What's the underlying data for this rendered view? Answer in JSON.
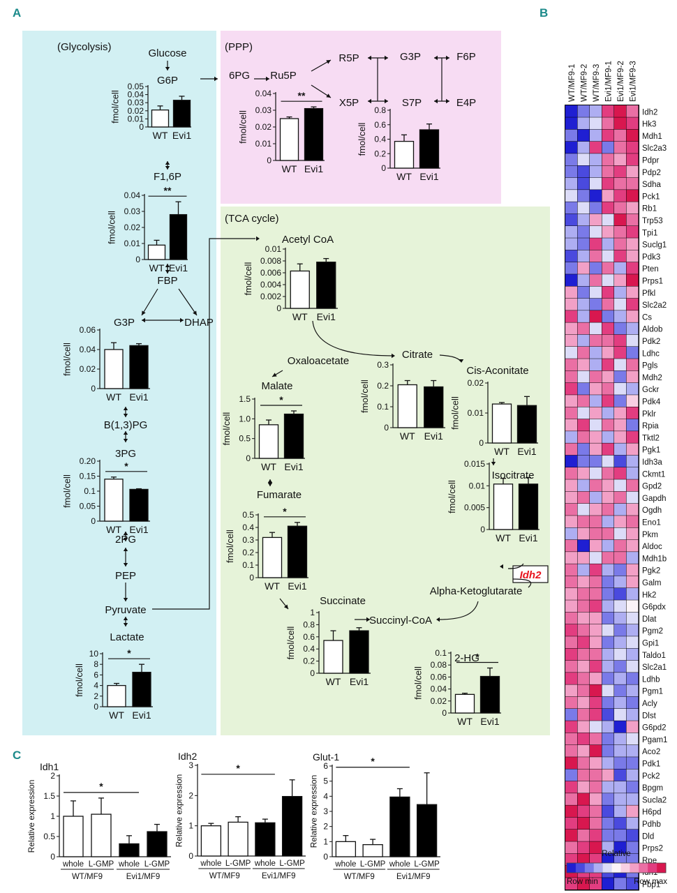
{
  "panels": {
    "a": "A",
    "b": "B",
    "c": "C"
  },
  "sections": {
    "glycolysis": "(Glycolysis)",
    "ppp": "(PPP)",
    "tca": "(TCA cycle)"
  },
  "units": {
    "fmol": "fmol/cell",
    "relexp": "Relative expression"
  },
  "groups": {
    "wt": "WT",
    "evi1": "Evi1"
  },
  "metabolites": {
    "glucose": "Glucose",
    "f16p": "F1,6P",
    "fbp": "FBP",
    "dhap": "DHAP",
    "b13pg": "B(1,3)PG",
    "pg2": "2PG",
    "pep": "PEP",
    "pyruvate": "Pyruvate",
    "pg6": "6PG",
    "r5p": "R5P",
    "g3p_ppp": "G3P",
    "f6p": "F6P",
    "x5p": "X5P",
    "s7p": "S7P",
    "e4p": "E4P",
    "oxaloacetate": "Oxaloacetate",
    "alphakg": "Alpha-Ketoglutarate",
    "succinylcoa": "Succinyl-CoA",
    "idh2_box": "Idh2"
  },
  "colors": {
    "glyco_bg": "#d2f0f3",
    "ppp_bg": "#f7dcf3",
    "tca_bg": "#e6f3d9",
    "panel_letter": "#1c8a8a",
    "idh2_red": "#e8141e"
  },
  "chart_data": [
    {
      "id": "g6p",
      "type": "bar",
      "title": "G6P",
      "categories": [
        "WT",
        "Evi1"
      ],
      "values": [
        0.021,
        0.033
      ],
      "errors": [
        0.005,
        0.005
      ],
      "ylim": [
        0,
        0.05
      ],
      "ticks": [
        "0",
        "0.01",
        "0.02",
        "0.03",
        "0.04",
        "0.05"
      ],
      "ylabel": "fmol/cell",
      "sig": ""
    },
    {
      "id": "f16p",
      "type": "bar",
      "title": "F1,6P",
      "categories": [
        "WT",
        "Evi1"
      ],
      "values": [
        0.009,
        0.028
      ],
      "errors": [
        0.003,
        0.008
      ],
      "ylim": [
        0,
        0.04
      ],
      "ticks": [
        "0",
        "0.01",
        "0.02",
        "0.03",
        "0.04"
      ],
      "ylabel": "fmol/cell",
      "sig": "**"
    },
    {
      "id": "g3p",
      "type": "bar",
      "title": "G3P",
      "categories": [
        "WT",
        "Evi1"
      ],
      "values": [
        0.04,
        0.044
      ],
      "errors": [
        0.007,
        0.002
      ],
      "ylim": [
        0,
        0.06
      ],
      "ticks": [
        "0",
        "0.02",
        "0.04",
        "0.06"
      ],
      "ylabel": "fmol/cell",
      "sig": ""
    },
    {
      "id": "pg3",
      "type": "bar",
      "title": "3PG",
      "categories": [
        "WT",
        "Evi1"
      ],
      "values": [
        0.14,
        0.106
      ],
      "errors": [
        0.007,
        0.002
      ],
      "ylim": [
        0,
        0.2
      ],
      "ticks": [
        "0",
        "0.05",
        "0.1",
        "0.15",
        "0.20"
      ],
      "ylabel": "fmol/cell",
      "sig": "*"
    },
    {
      "id": "lactate",
      "type": "bar",
      "title": "Lactate",
      "categories": [
        "WT",
        "Evi1"
      ],
      "values": [
        4.0,
        6.5
      ],
      "errors": [
        0.4,
        1.5
      ],
      "ylim": [
        0,
        10
      ],
      "ticks": [
        "0",
        "2",
        "4",
        "6",
        "8",
        "10"
      ],
      "ylabel": "fmol/cell",
      "sig": "*"
    },
    {
      "id": "ru5p",
      "type": "bar",
      "title": "Ru5P",
      "categories": [
        "WT",
        "Evi1"
      ],
      "values": [
        0.025,
        0.031
      ],
      "errors": [
        0.001,
        0.001
      ],
      "ylim": [
        0,
        0.04
      ],
      "ticks": [
        "0",
        "0.01",
        "0.02",
        "0.03",
        "0.04"
      ],
      "ylabel": "fmol/cell",
      "sig": "**"
    },
    {
      "id": "s7p",
      "type": "bar",
      "title": "S7P",
      "categories": [
        "WT",
        "Evi1"
      ],
      "values": [
        0.37,
        0.53
      ],
      "errors": [
        0.09,
        0.08
      ],
      "ylim": [
        0,
        0.8
      ],
      "ticks": [
        "0",
        "0.2",
        "0.4",
        "0.6",
        "0.8"
      ],
      "ylabel": "fmol/cell",
      "sig": ""
    },
    {
      "id": "acetylcoa",
      "type": "bar",
      "title": "Acetyl CoA",
      "categories": [
        "WT",
        "Evi1"
      ],
      "values": [
        0.0063,
        0.0078
      ],
      "errors": [
        0.0012,
        0.0006
      ],
      "ylim": [
        0,
        0.01
      ],
      "ticks": [
        "0",
        "0.002",
        "0.004",
        "0.006",
        "0.008",
        "0.01"
      ],
      "ylabel": "fmol/cell",
      "sig": ""
    },
    {
      "id": "citrate",
      "type": "bar",
      "title": "Citrate",
      "categories": [
        "WT",
        "Evi1"
      ],
      "values": [
        0.205,
        0.195
      ],
      "errors": [
        0.02,
        0.03
      ],
      "ylim": [
        0,
        0.3
      ],
      "ticks": [
        "0",
        "0.1",
        "0.2",
        "0.3"
      ],
      "ylabel": "fmol/cell",
      "sig": ""
    },
    {
      "id": "cisaconitate",
      "type": "bar",
      "title": "Cis-Aconitate",
      "categories": [
        "WT",
        "Evi1"
      ],
      "values": [
        0.013,
        0.0125
      ],
      "errors": [
        0.0005,
        0.003
      ],
      "ylim": [
        0,
        0.02
      ],
      "ticks": [
        "0",
        "0.01",
        "0.02"
      ],
      "ylabel": "fmol/cell",
      "sig": ""
    },
    {
      "id": "malate",
      "type": "bar",
      "title": "Malate",
      "categories": [
        "WT",
        "Evi1"
      ],
      "values": [
        0.85,
        1.12
      ],
      "errors": [
        0.12,
        0.08
      ],
      "ylim": [
        0,
        1.5
      ],
      "ticks": [
        "0",
        "0.5",
        "1.0",
        "1.5"
      ],
      "ylabel": "fmol/cell",
      "sig": "*"
    },
    {
      "id": "isocitrate",
      "type": "bar",
      "title": "Isocitrate",
      "categories": [
        "WT",
        "Evi1"
      ],
      "values": [
        0.0104,
        0.0104
      ],
      "errors": [
        0.0013,
        0.0015
      ],
      "ylim": [
        0,
        0.015
      ],
      "ticks": [
        "0",
        "0.005",
        "0.01",
        "0.015"
      ],
      "ylabel": "fmol/cell",
      "sig": ""
    },
    {
      "id": "fumarate",
      "type": "bar",
      "title": "Fumarate",
      "categories": [
        "WT",
        "Evi1"
      ],
      "values": [
        0.32,
        0.41
      ],
      "errors": [
        0.04,
        0.03
      ],
      "ylim": [
        0,
        0.5
      ],
      "ticks": [
        "0",
        "0.1",
        "0.2",
        "0.3",
        "0.4",
        "0.5"
      ],
      "ylabel": "fmol/cell",
      "sig": "*"
    },
    {
      "id": "succinate",
      "type": "bar",
      "title": "Succinate",
      "categories": [
        "WT",
        "Evi1"
      ],
      "values": [
        0.54,
        0.7
      ],
      "errors": [
        0.16,
        0.05
      ],
      "ylim": [
        0,
        1
      ],
      "ticks": [
        "0",
        "0.2",
        "0.4",
        "0.6",
        "0.8",
        "1"
      ],
      "ylabel": "fmol/cell",
      "sig": ""
    },
    {
      "id": "hg2",
      "type": "bar",
      "title": "2-HG",
      "categories": [
        "WT",
        "Evi1"
      ],
      "values": [
        0.031,
        0.061
      ],
      "errors": [
        0.002,
        0.014
      ],
      "ylim": [
        0,
        0.1
      ],
      "ticks": [
        "0",
        "0.02",
        "0.04",
        "0.06",
        "0.08",
        "0.1"
      ],
      "ylabel": "fmol/cell",
      "sig": "*"
    },
    {
      "id": "idh1",
      "type": "bar",
      "title": "Idh1",
      "categories": [
        "whole",
        "L-GMP",
        "whole",
        "L-GMP"
      ],
      "groups": [
        "WT/MF9",
        "Evi1/MF9"
      ],
      "values": [
        1.0,
        1.05,
        0.32,
        0.62
      ],
      "errors": [
        0.38,
        0.4,
        0.2,
        0.18
      ],
      "ylim": [
        0,
        2
      ],
      "ticks": [
        "0",
        "0.5",
        "1",
        "1.5",
        "2"
      ],
      "ylabel": "Relative expression",
      "sig": "*"
    },
    {
      "id": "idh2",
      "type": "bar",
      "title": "Idh2",
      "categories": [
        "whole",
        "L-GMP",
        "whole",
        "L-GMP"
      ],
      "groups": [
        "WT/MF9",
        "Evi1/MF9"
      ],
      "values": [
        1.0,
        1.12,
        1.1,
        1.97
      ],
      "errors": [
        0.08,
        0.18,
        0.12,
        0.55
      ],
      "ylim": [
        0,
        3
      ],
      "ticks": [
        "0",
        "1",
        "2",
        "3"
      ],
      "ylabel": "Relative expression",
      "sig": "*"
    },
    {
      "id": "glut1",
      "type": "bar",
      "title": "Glut-1",
      "categories": [
        "whole",
        "L-GMP",
        "whole",
        "L-GMP"
      ],
      "groups": [
        "WT/MF9",
        "Evi1/MF9"
      ],
      "values": [
        1.0,
        0.8,
        3.95,
        3.45
      ],
      "errors": [
        0.4,
        0.35,
        0.55,
        2.1
      ],
      "ylim": [
        0,
        6
      ],
      "ticks": [
        "0",
        "1",
        "2",
        "3",
        "4",
        "5",
        "6"
      ],
      "ylabel": "Relative expression",
      "sig": "*"
    },
    {
      "id": "heatmap",
      "type": "heatmap",
      "columns": [
        "WT/MF9-1",
        "WT/MF9-2",
        "WT/MF9-3",
        "Evi1/MF9-1",
        "Evi1/MF9-2",
        "Evi1/MF9-3"
      ],
      "rows": [
        "Idh2",
        "Hk3",
        "Mdh1",
        "Slc2a3",
        "Pdpr",
        "Pdp2",
        "Sdha",
        "Pck1",
        "Rb1",
        "Trp53",
        "Tpi1",
        "Suclg1",
        "Pdk3",
        "Pten",
        "Prps1",
        "Pfkl",
        "Slc2a2",
        "Cs",
        "Aldob",
        "Pdk2",
        "Ldhc",
        "Pgls",
        "Mdh2",
        "Gckr",
        "Pdk4",
        "Pklr",
        "Rpia",
        "Tktl2",
        "Pgk1",
        "Idh3a",
        "Ckmt1",
        "Gpd2",
        "Gapdh",
        "Ogdh",
        "Eno1",
        "Pkm",
        "Aldoc",
        "Mdh1b",
        "Pgk2",
        "Galm",
        "Hk2",
        "G6pdx",
        "Dlat",
        "Pgm2",
        "Gpi1",
        "Taldo1",
        "Slc2a1",
        "Ldhb",
        "Pgm1",
        "Acly",
        "Dlst",
        "G6pd2",
        "Pgam1",
        "Aco2",
        "Pdk1",
        "Pck2",
        "Bpgm",
        "Sucla2",
        "H6pd",
        "Pdhb",
        "Dld",
        "Prps2",
        "Rpe",
        "Idh1",
        "Fbp1"
      ],
      "values": [
        [
          -0.9,
          -0.6,
          -0.4,
          0.8,
          0.9,
          0.5
        ],
        [
          -0.9,
          -0.5,
          -0.3,
          0.6,
          0.9,
          0.7
        ],
        [
          -0.7,
          -0.9,
          -0.5,
          0.7,
          0.6,
          0.9
        ],
        [
          -0.9,
          -0.5,
          0.8,
          -0.6,
          0.5,
          0.7
        ],
        [
          -0.7,
          -0.3,
          -0.5,
          0.6,
          0.3,
          0.8
        ],
        [
          -0.6,
          -0.8,
          -0.4,
          0.5,
          0.7,
          0.3
        ],
        [
          -0.4,
          -0.8,
          -0.3,
          0.7,
          0.5,
          0.6
        ],
        [
          -0.3,
          -0.6,
          -0.9,
          0.3,
          0.8,
          0.9
        ],
        [
          -0.6,
          -0.3,
          -0.7,
          0.8,
          0.5,
          0.3
        ],
        [
          -0.8,
          -0.5,
          0.3,
          -0.3,
          0.9,
          0.6
        ],
        [
          -0.5,
          -0.7,
          -0.3,
          0.3,
          0.5,
          0.8
        ],
        [
          -0.4,
          -0.6,
          0.7,
          -0.5,
          0.6,
          0.4
        ],
        [
          -0.8,
          -0.4,
          0.5,
          -0.3,
          0.8,
          0.3
        ],
        [
          -0.6,
          0.3,
          -0.7,
          0.5,
          -0.4,
          0.8
        ],
        [
          -0.9,
          -0.5,
          0.6,
          -0.3,
          0.4,
          0.9
        ],
        [
          0.4,
          -0.6,
          -0.3,
          0.7,
          -0.5,
          0.3
        ],
        [
          0.3,
          -0.4,
          -0.6,
          0.6,
          -0.3,
          0.8
        ],
        [
          0.7,
          -0.5,
          0.9,
          -0.6,
          -0.4,
          0.3
        ],
        [
          0.4,
          0.6,
          -0.3,
          0.8,
          -0.6,
          -0.4
        ],
        [
          0.3,
          -0.4,
          0.6,
          0.5,
          0.8,
          -0.3
        ],
        [
          -0.3,
          0.6,
          -0.5,
          0.4,
          0.7,
          -0.6
        ],
        [
          0.6,
          0.3,
          -0.4,
          0.7,
          -0.3,
          0.5
        ],
        [
          0.5,
          -0.3,
          0.6,
          0.3,
          -0.6,
          0.4
        ],
        [
          0.8,
          -0.6,
          0.4,
          0.6,
          -0.3,
          -0.5
        ],
        [
          0.3,
          0.5,
          -0.4,
          0.7,
          -0.6,
          0.2
        ],
        [
          0.6,
          -0.3,
          0.4,
          -0.5,
          0.3,
          0.7
        ],
        [
          0.4,
          0.7,
          -0.3,
          0.5,
          0.3,
          -0.6
        ],
        [
          -0.4,
          0.6,
          0.3,
          -0.5,
          0.4,
          0.7
        ],
        [
          0.5,
          -0.6,
          0.3,
          0.7,
          -0.4,
          0.3
        ],
        [
          -0.9,
          -0.7,
          -0.6,
          -0.3,
          -0.8,
          -0.5
        ],
        [
          0.6,
          0.4,
          -0.3,
          0.5,
          0.7,
          -0.4
        ],
        [
          0.4,
          -0.5,
          0.6,
          0.3,
          -0.3,
          0.5
        ],
        [
          0.3,
          0.6,
          -0.4,
          0.4,
          0.5,
          -0.3
        ],
        [
          0.5,
          -0.3,
          0.4,
          0.6,
          -0.5,
          0.3
        ],
        [
          0.3,
          0.5,
          0.6,
          -0.4,
          0.3,
          0.5
        ],
        [
          -0.4,
          0.3,
          0.5,
          0.6,
          -0.3,
          0.4
        ],
        [
          0.5,
          -0.9,
          0.4,
          -0.5,
          0.6,
          0.3
        ],
        [
          0.3,
          0.4,
          -0.3,
          0.5,
          0.6,
          -0.4
        ],
        [
          0.6,
          -0.4,
          0.7,
          -0.5,
          -0.6,
          0.3
        ],
        [
          0.5,
          0.3,
          0.6,
          -0.7,
          -0.5,
          0.4
        ],
        [
          0.4,
          0.6,
          0.5,
          -0.6,
          -0.8,
          -0.4
        ],
        [
          0.3,
          0.5,
          0.7,
          -0.5,
          -0.3,
          0.0
        ],
        [
          0.6,
          0.4,
          0.3,
          -0.6,
          -0.5,
          -0.3
        ],
        [
          0.7,
          0.5,
          0.4,
          -0.3,
          -0.6,
          -0.5
        ],
        [
          0.5,
          0.8,
          0.3,
          -0.6,
          -0.4,
          -0.3
        ],
        [
          0.8,
          0.6,
          0.5,
          -0.5,
          -0.3,
          -0.4
        ],
        [
          0.6,
          0.4,
          0.8,
          -0.4,
          -0.6,
          -0.3
        ],
        [
          0.7,
          0.5,
          0.3,
          -0.6,
          -0.5,
          -0.7
        ],
        [
          0.4,
          0.6,
          0.9,
          -0.3,
          -0.7,
          -0.5
        ],
        [
          0.5,
          0.3,
          0.8,
          -0.6,
          -0.4,
          -0.6
        ],
        [
          -0.6,
          0.5,
          0.7,
          -0.8,
          -0.3,
          -0.5
        ],
        [
          0.8,
          0.4,
          -0.3,
          -0.5,
          -0.9,
          0.3
        ],
        [
          0.6,
          0.8,
          0.5,
          -0.7,
          -0.4,
          -0.3
        ],
        [
          0.5,
          0.3,
          0.9,
          -0.6,
          -0.5,
          -0.4
        ],
        [
          0.9,
          0.6,
          0.4,
          -0.5,
          -0.7,
          -0.6
        ],
        [
          -0.7,
          0.5,
          0.6,
          0.3,
          -0.8,
          -0.4
        ],
        [
          0.8,
          0.4,
          0.6,
          -0.4,
          -0.5,
          -0.7
        ],
        [
          0.6,
          0.9,
          0.3,
          -0.6,
          -0.4,
          -0.5
        ],
        [
          0.9,
          0.7,
          0.5,
          -0.8,
          -0.5,
          0.3
        ],
        [
          0.7,
          0.9,
          0.6,
          -0.6,
          -0.8,
          -0.5
        ],
        [
          0.9,
          0.5,
          0.7,
          -0.7,
          -0.6,
          -0.8
        ],
        [
          0.6,
          0.8,
          0.9,
          -0.5,
          -0.9,
          -0.7
        ],
        [
          0.8,
          0.9,
          0.7,
          -0.9,
          -0.7,
          -0.6
        ],
        [
          0.9,
          0.7,
          0.8,
          -0.8,
          -0.9,
          -0.7
        ],
        [
          0.7,
          0.9,
          0.8,
          -0.9,
          -0.6,
          -0.8
        ]
      ],
      "legend_title": "Relative",
      "legend_min": "Row min",
      "legend_max": "Row max",
      "scale_colors": [
        "#1f1fd2",
        "#4a4ade",
        "#7a7ae8",
        "#aeaef2",
        "#dcdcf8",
        "#fbf4f8",
        "#f8cfe3",
        "#f2a0c6",
        "#ea6fa4",
        "#e23d80",
        "#d8174f"
      ]
    }
  ]
}
